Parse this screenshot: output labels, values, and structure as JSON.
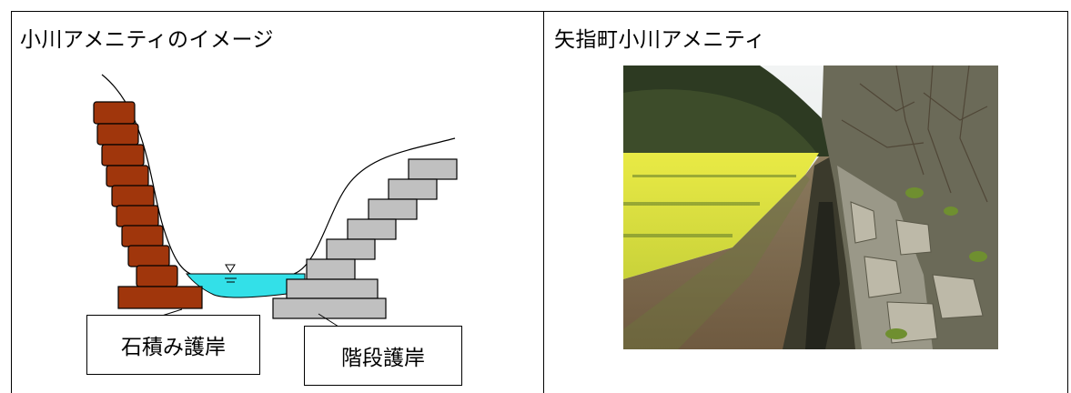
{
  "left_panel": {
    "title": "小川アメニティのイメージ",
    "label_stone": "石積み護岸",
    "label_steps": "階段護岸"
  },
  "right_panel": {
    "title": "矢指町小川アメニティ"
  },
  "colors": {
    "brick": "#a0360c",
    "step": "#c0c0c0",
    "water": "#33e0e8"
  }
}
